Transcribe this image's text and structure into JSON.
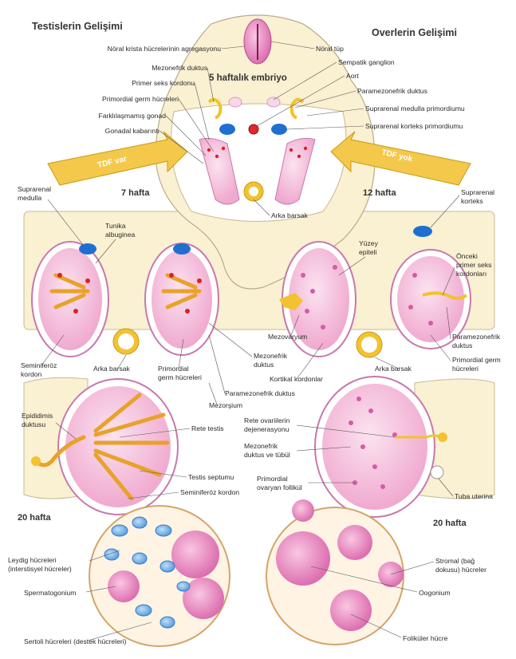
{
  "titles": {
    "left": "Testislerin Gelişimi",
    "right": "Overlerin Gelişimi",
    "center": "5 haftalık embriyo"
  },
  "stages": {
    "left7": "7 hafta",
    "right12": "12 hafta",
    "left20": "20 hafta",
    "right20": "20 hafta"
  },
  "arrows": {
    "left": "TDF var",
    "right": "TDF yok"
  },
  "labels": {
    "noral_krista": "Nöral krista hücrelerinin agregasyonu",
    "noral_tup": "Nöral tüp",
    "mezonefrik_duktus_top": "Mezonefrik duktus",
    "primer_seks": "Primer seks kordonu",
    "primordial_germ_top": "Primordial germ hücreleri",
    "farklilasmamis": "Farklılaşmamış gonad",
    "gonadal": "Gonadal kabarıntı",
    "sempatik": "Sempatik ganglion",
    "aort": "Aort",
    "paramezonefrik_top": "Paramezonefrik duktus",
    "suprarenal_medulla_prim": "Suprarenal medulla primordiumu",
    "suprarenal_korteks_prim": "Suprarenal korteks primordiumu",
    "suprarenal_medulla_1": "Suprarenal",
    "suprarenal_medulla_2": "medulla",
    "tunika_1": "Tunika",
    "tunika_2": "albuginea",
    "arka_barsak_center": "Arka barsak",
    "suprarenal_korteks_1": "Suprarenal",
    "suprarenal_korteks_2": "korteks",
    "yuzey_1": "Yüzey",
    "yuzey_2": "epiteli",
    "onceki_1": "Önceki",
    "onceki_2": "primer seks",
    "onceki_3": "kordonları",
    "mezovaryum": "Mezovaryum",
    "paramezonefrik_r1": "Paramezonefrik",
    "paramezonefrik_r2": "duktus",
    "primordial_germ_r1": "Primordial germ",
    "primordial_germ_r2": "hücreleri",
    "kortikal": "Kortikal kordonlar",
    "arka_barsak_right": "Arka barsak",
    "seminiferoz_1": "Seminiferöz",
    "seminiferoz_2": "kordon",
    "arka_barsak_left": "Arka barsak",
    "primordial_germ_l1": "Primordial",
    "primordial_germ_l2": "germ hücreleri",
    "mezonefrik_mid_1": "Mezonefrik",
    "mezonefrik_mid_2": "duktus",
    "paramezonefrik_mid": "Paramezonefrik duktus",
    "mezorsium": "Mezorşium",
    "epididimis_1": "Epididimis",
    "epididimis_2": "duktusu",
    "rete_testis": "Rete testis",
    "testis_septumu": "Testis septumu",
    "seminiferoz_kordon": "Seminiferöz kordon",
    "rete_ovarii_1": "Rete ovariilerin",
    "rete_ovarii_2": "dejenerasyonu",
    "mezonefrik_tubul_1": "Mezonefrik",
    "mezonefrik_tubul_2": "duktus ve tübül",
    "primordial_ovaryan_1": "Primordial",
    "primordial_ovaryan_2": "ovaryan follikül",
    "tuba_uterina": "Tuba uterina",
    "leydig_1": "Leydig hücreleri",
    "leydig_2": "(interstisyel hücreler)",
    "spermatogonium": "Spermatogonium",
    "sertoli": "Sertoli hücreleri (destek hücreleri)",
    "stromal_1": "Stromal (bağ",
    "stromal_2": "dokusu) hücreler",
    "oogonium": "Oogonium",
    "folikuler": "Foliküler hücre"
  },
  "colors": {
    "tissue": "#faf0d2",
    "outline": "#b9a98a",
    "pink": "#f2b9d7",
    "pink_dark": "#d75aa6",
    "yellow": "#f2c231",
    "blue": "#1e6fd0",
    "red": "#d8232a",
    "arrow": "#f4c84a"
  }
}
